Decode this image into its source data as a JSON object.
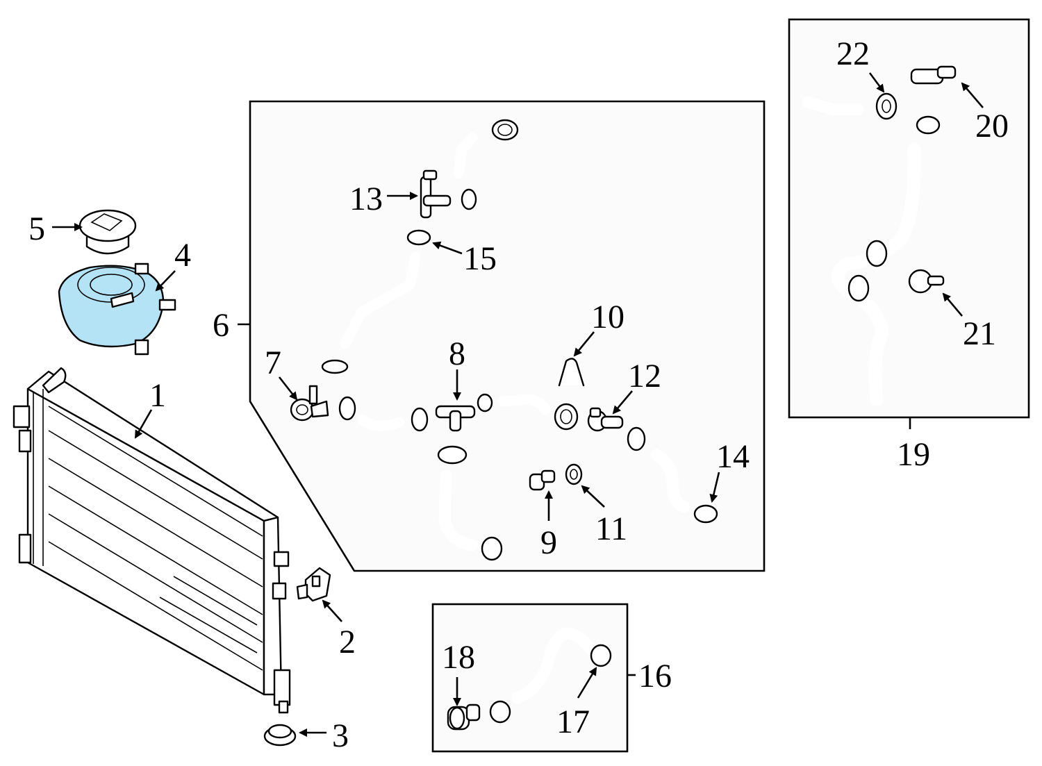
{
  "diagram": {
    "highlight_color": "#b3e3f5",
    "highlighted_part": "4",
    "callouts": {
      "c1": "1",
      "c2": "2",
      "c3": "3",
      "c4": "4",
      "c5": "5",
      "c6": "6",
      "c7": "7",
      "c8": "8",
      "c9": "9",
      "c10": "10",
      "c11": "11",
      "c12": "12",
      "c13": "13",
      "c14": "14",
      "c15": "15",
      "c16": "16",
      "c17": "17",
      "c18": "18",
      "c19": "19",
      "c20": "20",
      "c21": "21",
      "c22": "22"
    }
  }
}
